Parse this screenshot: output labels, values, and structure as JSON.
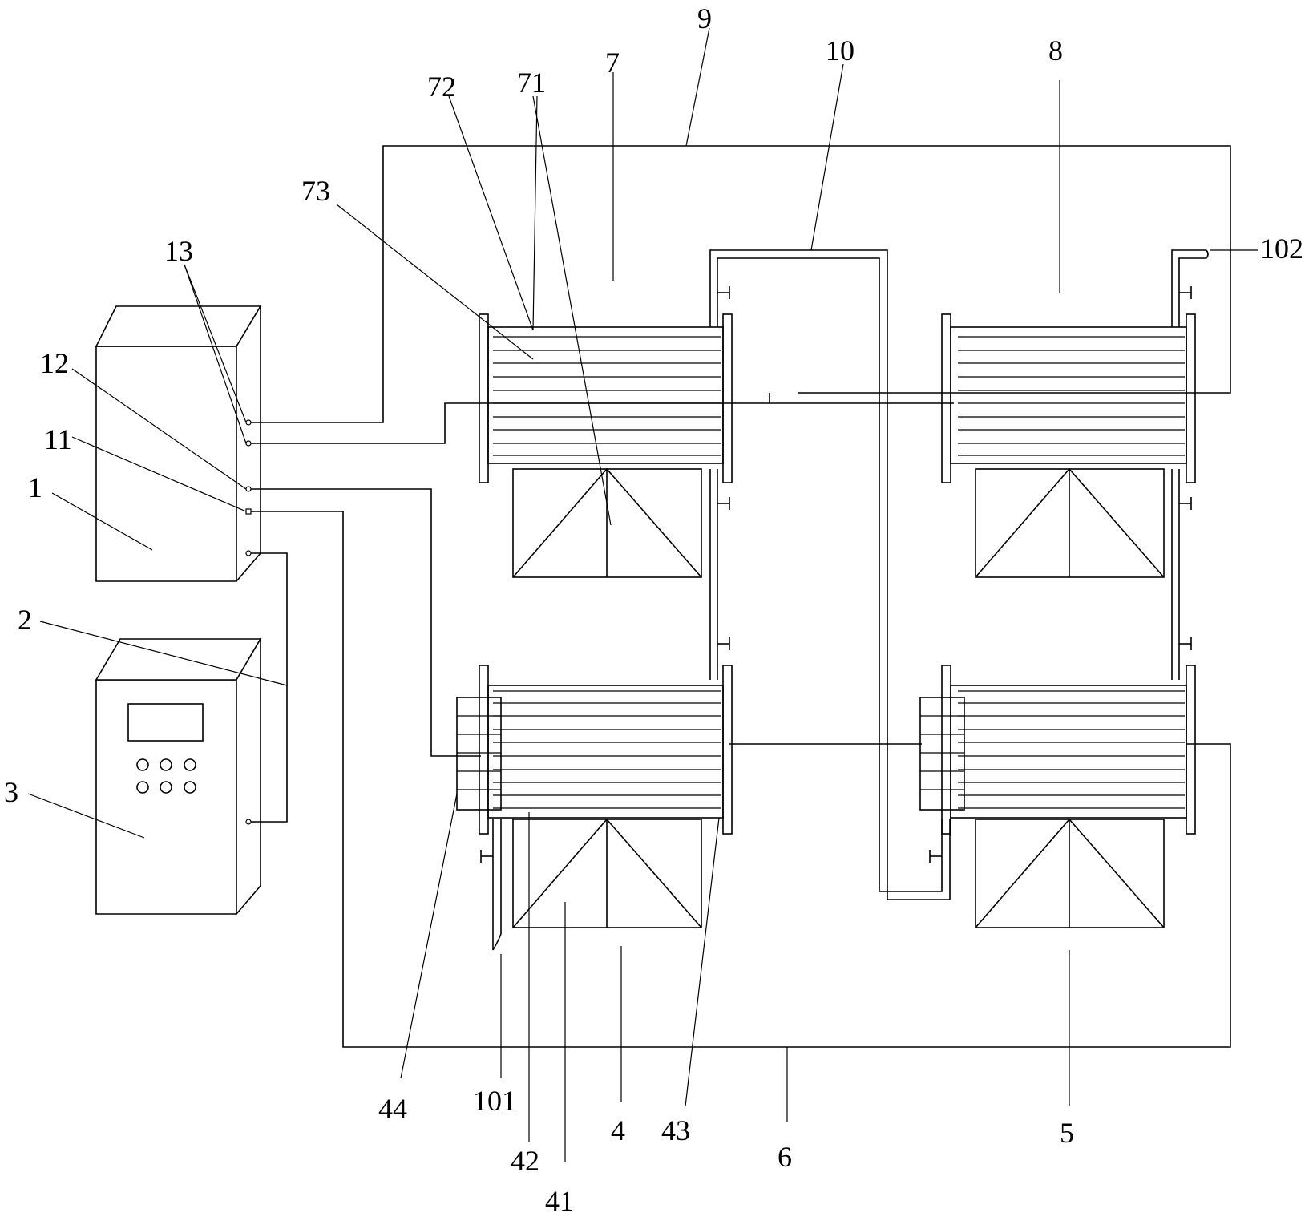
{
  "figure": {
    "labels": {
      "l1": "1",
      "l2": "2",
      "l3": "3",
      "l4": "4",
      "l5": "5",
      "l6": "6",
      "l7": "7",
      "l8": "8",
      "l9": "9",
      "l10": "10",
      "l11": "11",
      "l12": "12",
      "l13": "13",
      "l41": "41",
      "l42": "42",
      "l43": "43",
      "l44": "44",
      "l71": "71",
      "l72": "72",
      "l73": "73",
      "l101": "101",
      "l102": "102"
    }
  }
}
